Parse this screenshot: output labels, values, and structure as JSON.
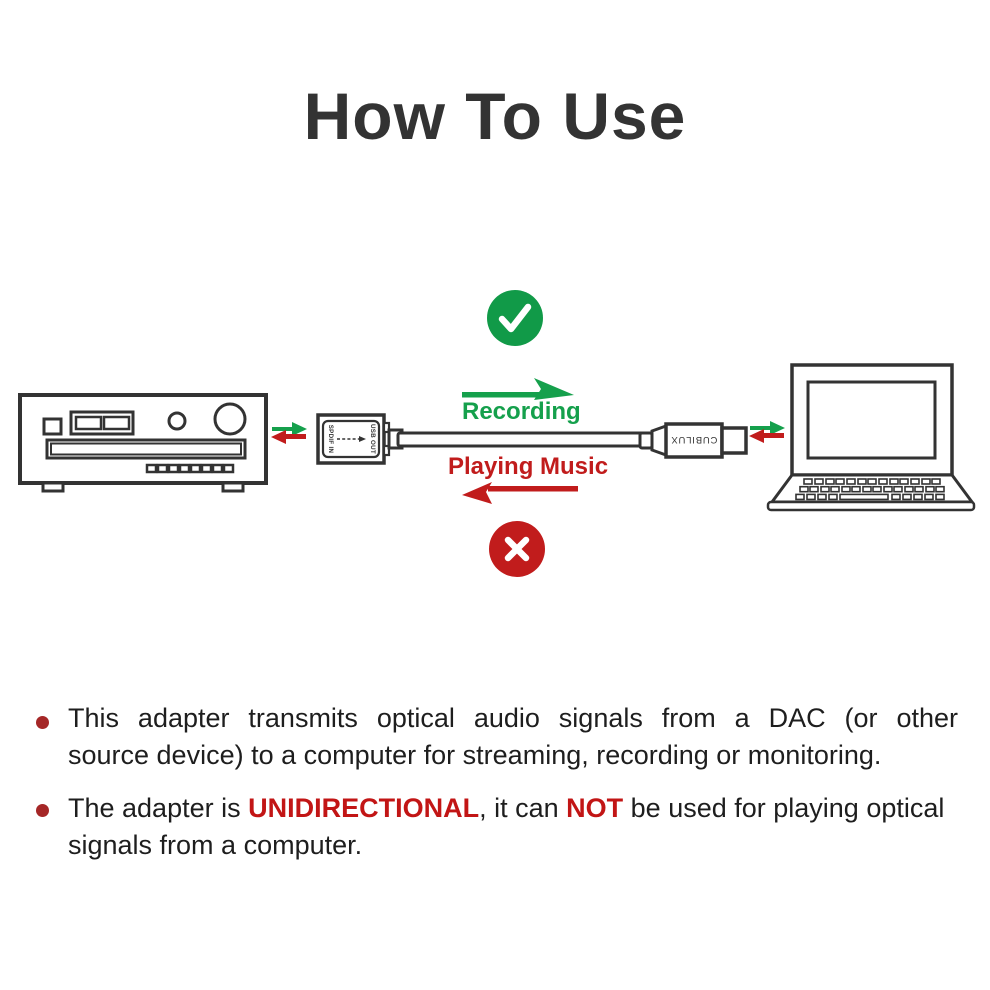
{
  "title": "How To Use",
  "colors": {
    "green": "#119a48",
    "red": "#c11c1c",
    "accent_text_red": "#c21515",
    "bullet_red": "#a52727",
    "line_art": "#333333",
    "title_text": "#333333",
    "body_text": "#1e1e1e"
  },
  "diagram": {
    "source_device": "stereo-receiver-dac",
    "target_device": "laptop-computer",
    "recording_label": "Recording",
    "playing_label": "Playing Music",
    "adapter": {
      "input_label": "SPDIF IN",
      "output_label": "USB OUT"
    },
    "usb_connector": {
      "brand": "CUBILUX"
    }
  },
  "notes": [
    {
      "lines": [
        {
          "segments": [
            {
              "t": "This adapter transmits optical audio signals from a DAC (or other"
            }
          ]
        },
        {
          "segments": [
            {
              "t": "source device) to a computer for streaming, recording or monitoring."
            }
          ]
        }
      ]
    },
    {
      "lines": [
        {
          "segments": [
            {
              "t": "The adapter is "
            },
            {
              "t": "UNIDIRECTIONAL",
              "em": true
            },
            {
              "t": ", it can "
            },
            {
              "t": "NOT",
              "em": true
            },
            {
              "t": " be used for playing optical"
            }
          ]
        },
        {
          "segments": [
            {
              "t": "signals from a computer."
            }
          ]
        }
      ]
    }
  ]
}
